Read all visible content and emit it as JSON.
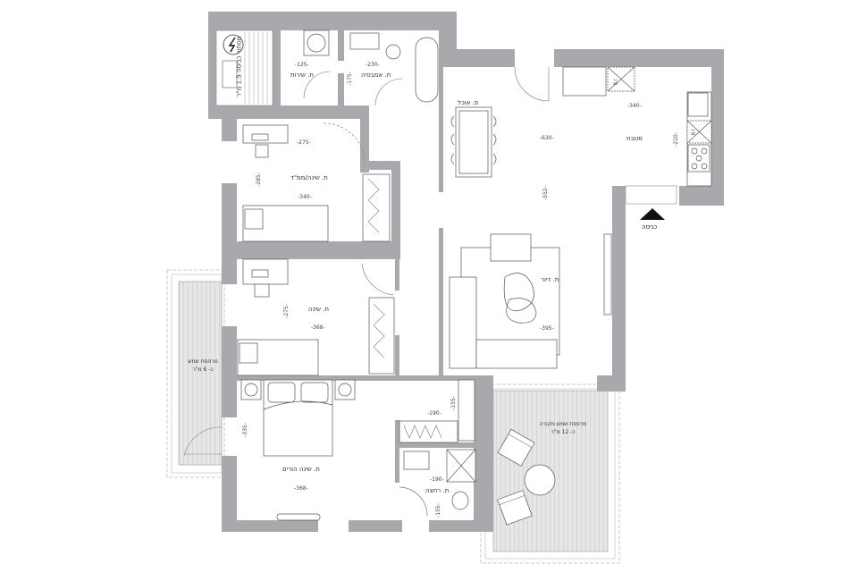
{
  "plan": {
    "wall_color": "#a7a9ac",
    "balcony_fill": "#e8e8e8",
    "line_color": "#555555",
    "entrance_marker_color": "#111111"
  },
  "rooms": {
    "utility_shaft": {
      "label": "מסתור כביסה 1.5 מ\"ר"
    },
    "laundry": {
      "label": "ת. שירות",
      "dim_w": "-125-"
    },
    "bathroom": {
      "label": "ת. אמבטיה",
      "dim_w": "-230-",
      "dim_h": "-175-"
    },
    "dining": {
      "label": "פ. אוכל"
    },
    "kitchen": {
      "label": "מטבח",
      "dim_w": "-340-",
      "dim_h": "-210-",
      "appliances": {
        "fridge_tag": "B.I",
        "oven_tag": "B.I"
      }
    },
    "living_span": {
      "dim_w": "-630-",
      "dim_h": "-552-"
    },
    "living": {
      "label": "ת. דיור",
      "dim_w": "-395-"
    },
    "study": {
      "label": "ת. שינה/ממ\"ד",
      "dim_w_top": "-275-",
      "dim_w": "-340-",
      "dim_h": "-285-"
    },
    "bedroom": {
      "label": "ת. שינה",
      "dim_w": "-368-",
      "dim_h": "-275-"
    },
    "master": {
      "label": "ת. שינה הורים",
      "dim_w": "-368-",
      "dim_h": "-335-"
    },
    "walk_in": {
      "dim_w": "-190-",
      "dim_h": "-155-"
    },
    "shower": {
      "label": "ת. רחצה",
      "dim_w": "-190-",
      "dim_h": "-155-"
    },
    "balcony_west": {
      "label": "מרפסת שמש",
      "area": "כ- 6 מ\"ר"
    },
    "balcony_south": {
      "label": "מרפסת שמש מקורה",
      "area": "כ- 12 מ\"ר"
    }
  },
  "entrance": {
    "label": "כניסה",
    "icon": "triangle-up-icon"
  }
}
